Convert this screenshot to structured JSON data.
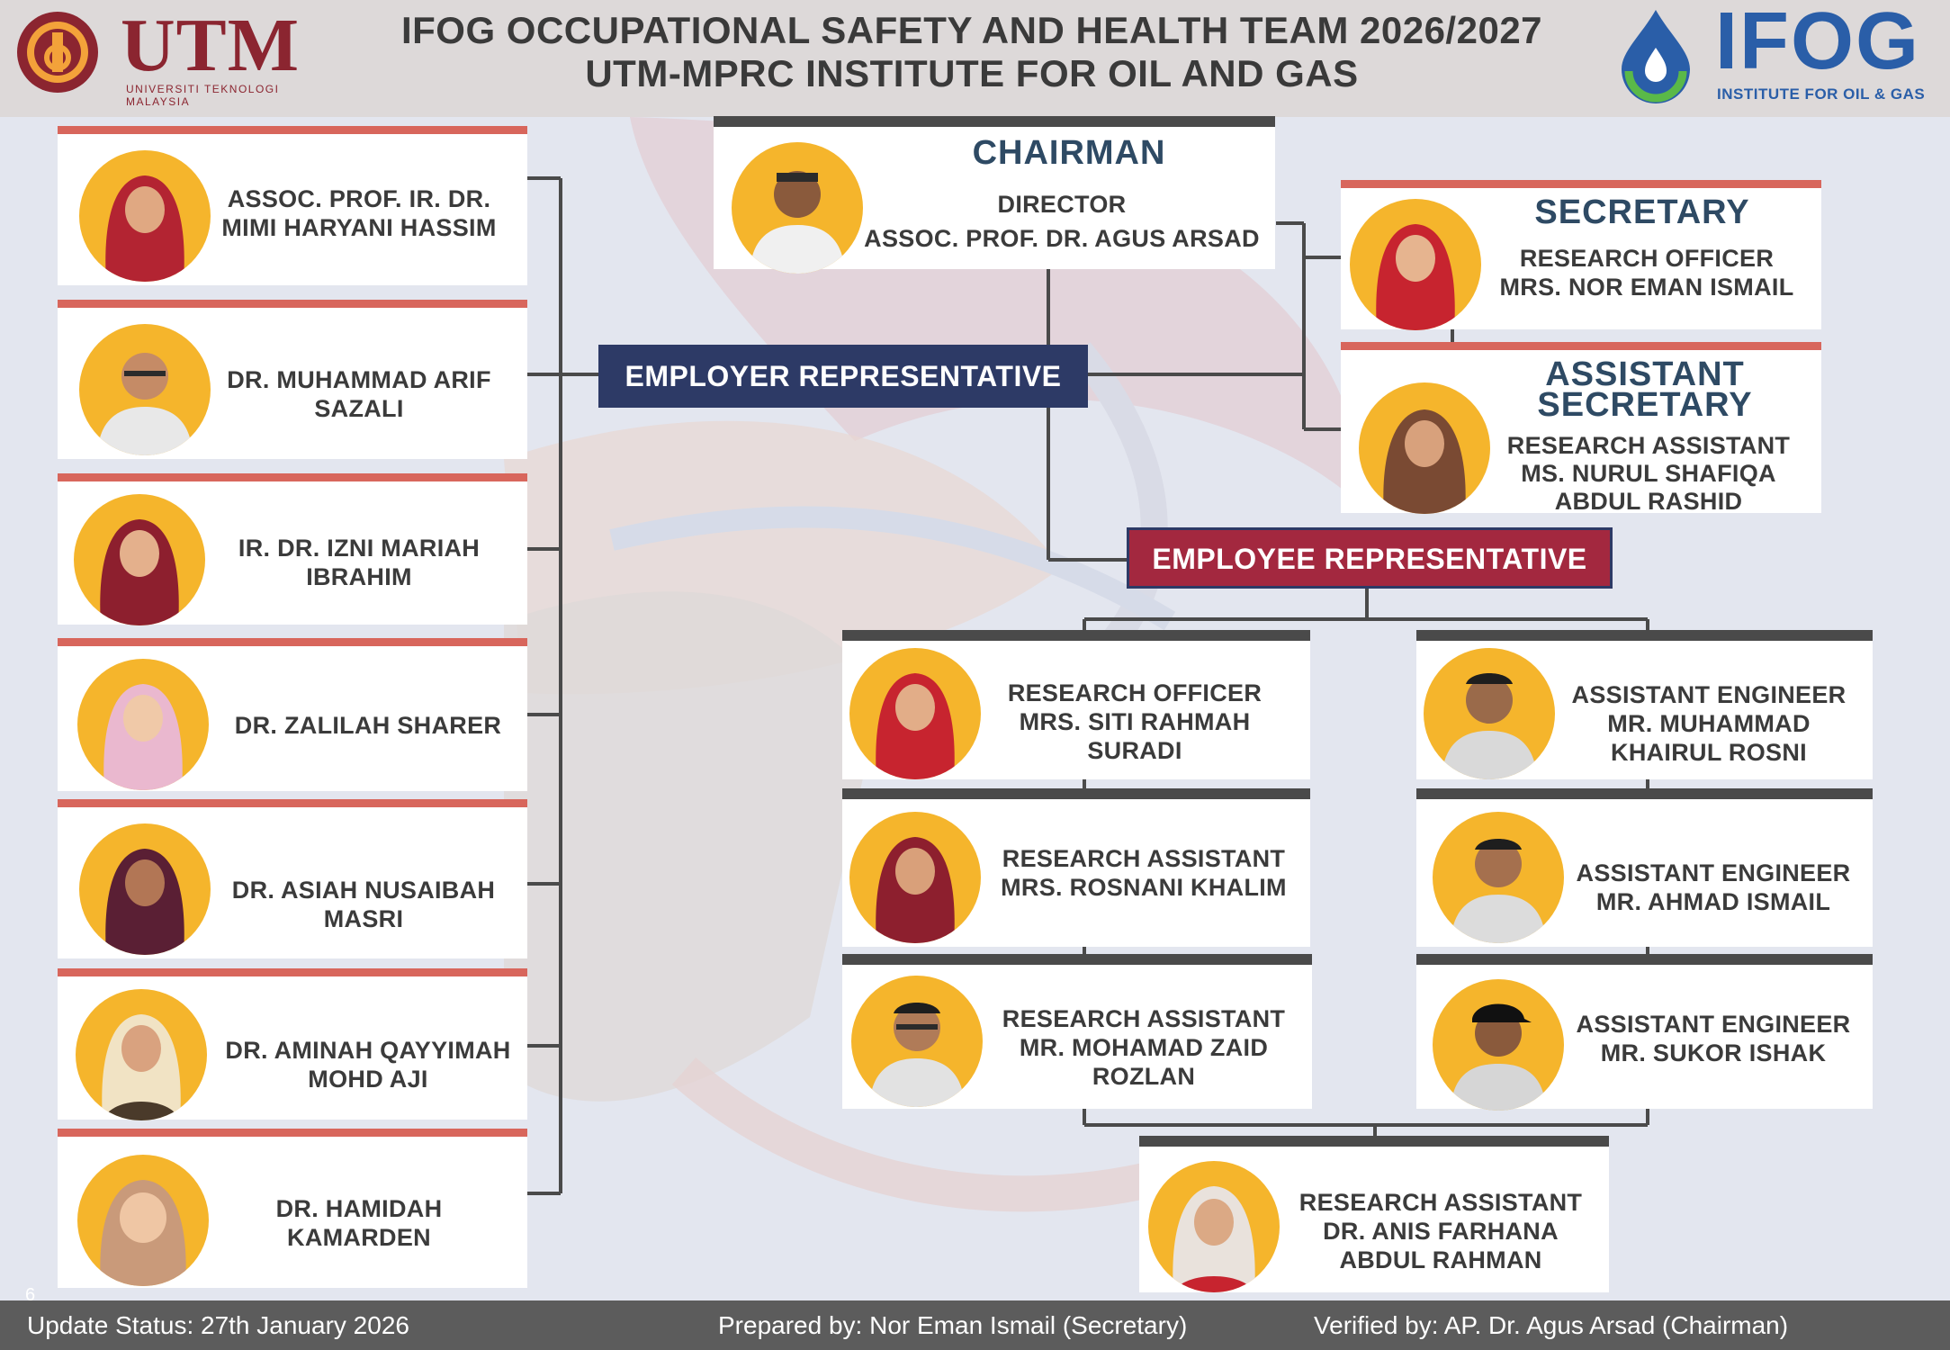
{
  "header": {
    "title_line1": "IFOG OCCUPATIONAL SAFETY AND HEALTH TEAM 2026/2027",
    "title_line2": "UTM-MPRC INSTITUTE FOR OIL AND GAS",
    "utm_logo": {
      "name": "UTM",
      "subtitle": "UNIVERSITI TEKNOLOGI MALAYSIA"
    },
    "ifog_logo": {
      "name": "IFOG",
      "subtitle": "INSTITUTE FOR OIL & GAS"
    }
  },
  "colors": {
    "accent_red": "#d8665c",
    "navy": "#2d3a66",
    "maroon": "#a3283f",
    "avatar_bg": "#f5b52c",
    "footer": "#5c5c5c"
  },
  "chairman": {
    "role": "CHAIRMAN",
    "line1": "DIRECTOR",
    "line2": "ASSOC. PROF. DR. AGUS ARSAD"
  },
  "secretary": {
    "role": "SECRETARY",
    "line1": "RESEARCH OFFICER",
    "line2": "MRS. NOR EMAN ISMAIL"
  },
  "assistant_secretary": {
    "role_line1": "ASSISTANT",
    "role_line2": "SECRETARY",
    "line1": "RESEARCH ASSISTANT",
    "line2": "MS. NURUL SHAFIQA",
    "line3": "ABDUL RASHID"
  },
  "employer_rep_label": "EMPLOYER REPRESENTATIVE",
  "employee_rep_label": "EMPLOYEE REPRESENTATIVE",
  "employer_members": [
    {
      "line1": "ASSOC. PROF. IR. DR.",
      "line2": "MIMI HARYANI HASSIM"
    },
    {
      "line1": "DR. MUHAMMAD ARIF",
      "line2": "SAZALI"
    },
    {
      "line1": "IR. DR. IZNI MARIAH",
      "line2": "IBRAHIM"
    },
    {
      "line1": "DR. ZALILAH SHARER",
      "line2": ""
    },
    {
      "line1": "DR. ASIAH NUSAIBAH",
      "line2": "MASRI"
    },
    {
      "line1": "DR. AMINAH QAYYIMAH",
      "line2": "MOHD AJI"
    },
    {
      "line1": "DR. HAMIDAH",
      "line2": "KAMARDEN"
    }
  ],
  "employee_members": [
    {
      "line1": "RESEARCH OFFICER",
      "line2": "MRS. SITI RAHMAH",
      "line3": "SURADI"
    },
    {
      "line1": "ASSISTANT ENGINEER",
      "line2": "MR. MUHAMMAD",
      "line3": "KHAIRUL ROSNI"
    },
    {
      "line1": "RESEARCH ASSISTANT",
      "line2": "MRS. ROSNANI KHALIM",
      "line3": ""
    },
    {
      "line1": "ASSISTANT ENGINEER",
      "line2": "MR. AHMAD ISMAIL",
      "line3": ""
    },
    {
      "line1": "RESEARCH ASSISTANT",
      "line2": "MR. MOHAMAD ZAID",
      "line3": "ROZLAN"
    },
    {
      "line1": "ASSISTANT ENGINEER",
      "line2": "MR. SUKOR ISHAK",
      "line3": ""
    },
    {
      "line1": "RESEARCH ASSISTANT",
      "line2": "DR. ANIS FARHANA",
      "line3": "ABDUL RAHMAN"
    }
  ],
  "footer": {
    "page_number": "6",
    "update_status": "Update Status: 27th January 2026",
    "prepared_by": "Prepared by: Nor Eman Ismail (Secretary)",
    "verified_by": "Verified by: AP. Dr. Agus Arsad (Chairman)"
  }
}
